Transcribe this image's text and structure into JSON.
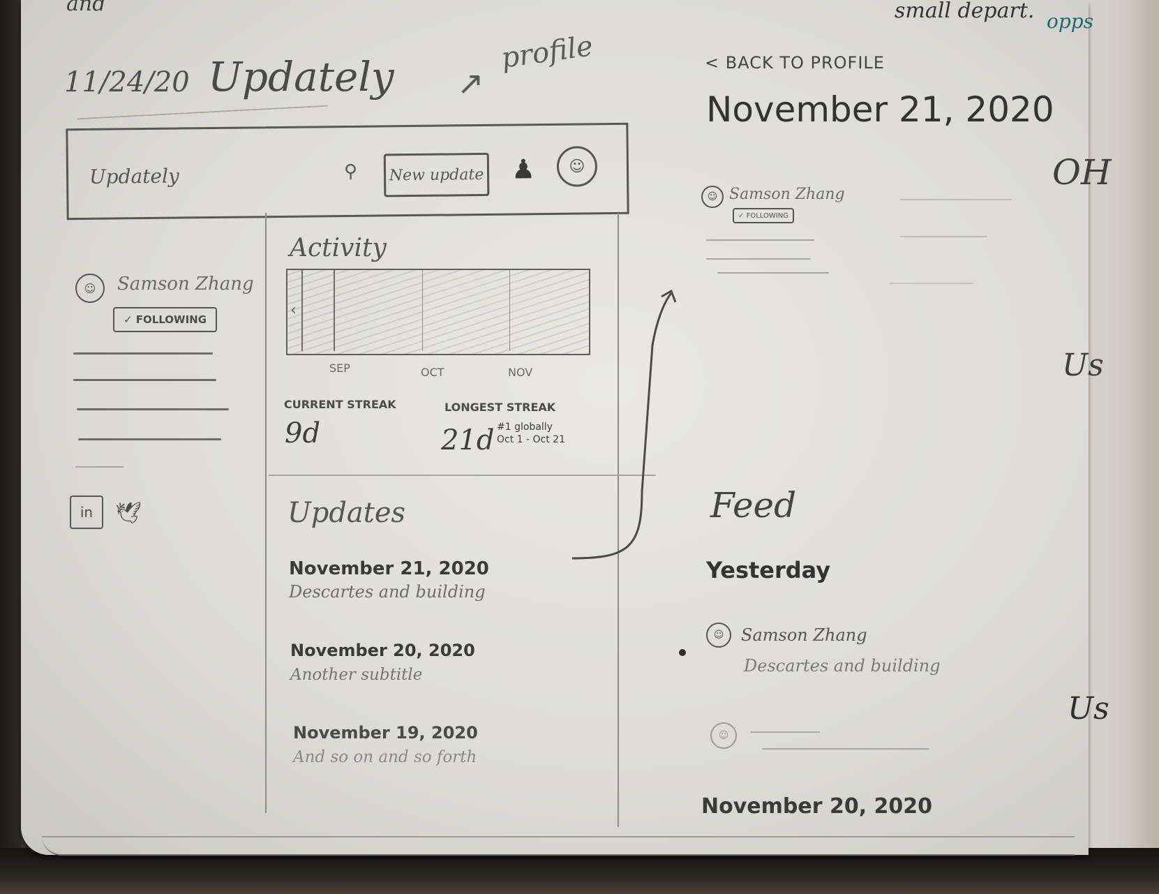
{
  "page_header": {
    "date": "11/24/20",
    "title": "Updately",
    "top_text_left": "and",
    "top_text_right": "small depart.",
    "margin_note": "opps",
    "profile_annotation": "profile"
  },
  "app_mockup": {
    "navbar": {
      "logo": "Updately",
      "new_update_label": "New update"
    },
    "sidebar": {
      "user_name": "Samson Zhang",
      "following_label": "✓ FOLLOWING",
      "social_icons": [
        "linkedin-icon",
        "twitter-icon"
      ]
    },
    "activity": {
      "title": "Activity",
      "months": [
        "SEP",
        "OCT",
        "NOV"
      ],
      "current_streak_label": "CURRENT STREAK",
      "current_streak_value": "9d",
      "longest_streak_label": "LONGEST STREAK",
      "longest_streak_value": "21d",
      "longest_streak_note_1": "#1 globally",
      "longest_streak_note_2": "Oct 1 - Oct 21"
    },
    "updates": {
      "title": "Updates",
      "items": [
        {
          "date": "November 21, 2020",
          "subtitle": "Descartes and building"
        },
        {
          "date": "November 20, 2020",
          "subtitle": "Another subtitle"
        },
        {
          "date": "November 19, 2020",
          "subtitle": "And so on and so forth"
        }
      ]
    }
  },
  "update_page_mockup": {
    "back_link": "< BACK TO PROFILE",
    "title": "November 21, 2020",
    "author_name": "Samson Zhang",
    "following_label": "✓ FOLLOWING"
  },
  "feed_mockup": {
    "title": "Feed",
    "section_label": "Yesterday",
    "item_author": "Samson Zhang",
    "item_subtitle": "Descartes and building",
    "bottom_date": "November 20, 2020"
  },
  "right_margin_fragments": [
    "OH",
    "Us",
    "Us"
  ]
}
